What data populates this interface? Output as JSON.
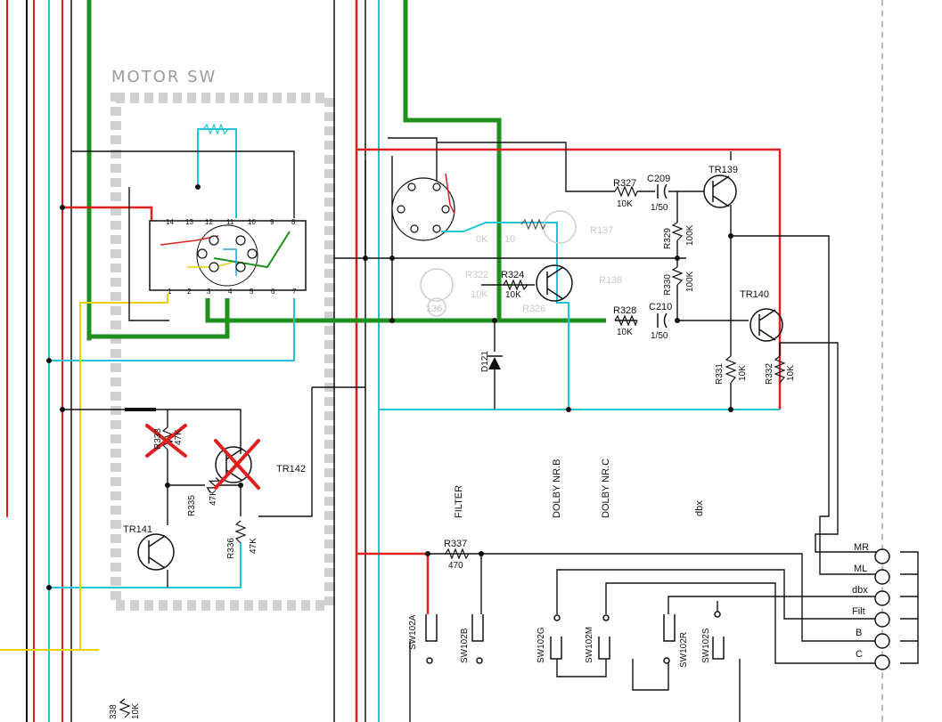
{
  "colors": {
    "red": "#e02020",
    "green": "#1f8f1f",
    "cyan": "#22c4d4",
    "yellow": "#e6d200",
    "black": "#111111",
    "gray_block": "#d6d6d6"
  },
  "labels": {
    "motor_sw": "MOTOR SW",
    "tr139": "TR139",
    "tr140": "TR140",
    "tr141": "TR141",
    "tr142": "TR142",
    "r327": "R327",
    "r327_val": "10K",
    "c209": "C209",
    "c209_val": "1/50",
    "r329": "R329",
    "r329_val": "100K",
    "r330": "R330",
    "r330_val": "100K",
    "r322": "R322",
    "r322_val": "10K",
    "r324": "R324",
    "r324_val": "10K",
    "r328": "R328",
    "r328_val": "10K",
    "c210": "C210",
    "c210_val": "1/50",
    "r331": "R331",
    "r331_val": "10K",
    "r332": "R332",
    "r332_val": "10K",
    "r333": "R333",
    "r333_val": "47K",
    "r335": "R335",
    "r335_val": "47K",
    "r336": "R336",
    "r336_val": "47K",
    "r337": "R337",
    "r337_val": "470",
    "r338": "338",
    "r338_val": "10K",
    "d121": "D121",
    "r137": "R137",
    "r138": "R138",
    "r136": "136",
    "r326": "R326",
    "ghost_0k": "0K",
    "ghost_10": "10",
    "filter": "FILTER",
    "dolby_b": "DOLBY NR.B",
    "dolby_c": "DOLBY NR.C",
    "dbx": "dbx",
    "sw102a": "SW102A",
    "sw102b": "SW102B",
    "sw102g": "SW102G",
    "sw102m": "SW102M",
    "sw102r": "SW102R",
    "sw102s": "SW102S"
  },
  "connector_labels": [
    "MR",
    "ML",
    "dbx",
    "Filt",
    "B",
    "C"
  ],
  "ic_pins_top": [
    "14",
    "13",
    "12",
    "11",
    "10",
    "9",
    "8"
  ],
  "ic_pins_bottom": [
    "1",
    "2",
    "3",
    "4",
    "5",
    "6",
    "7"
  ]
}
